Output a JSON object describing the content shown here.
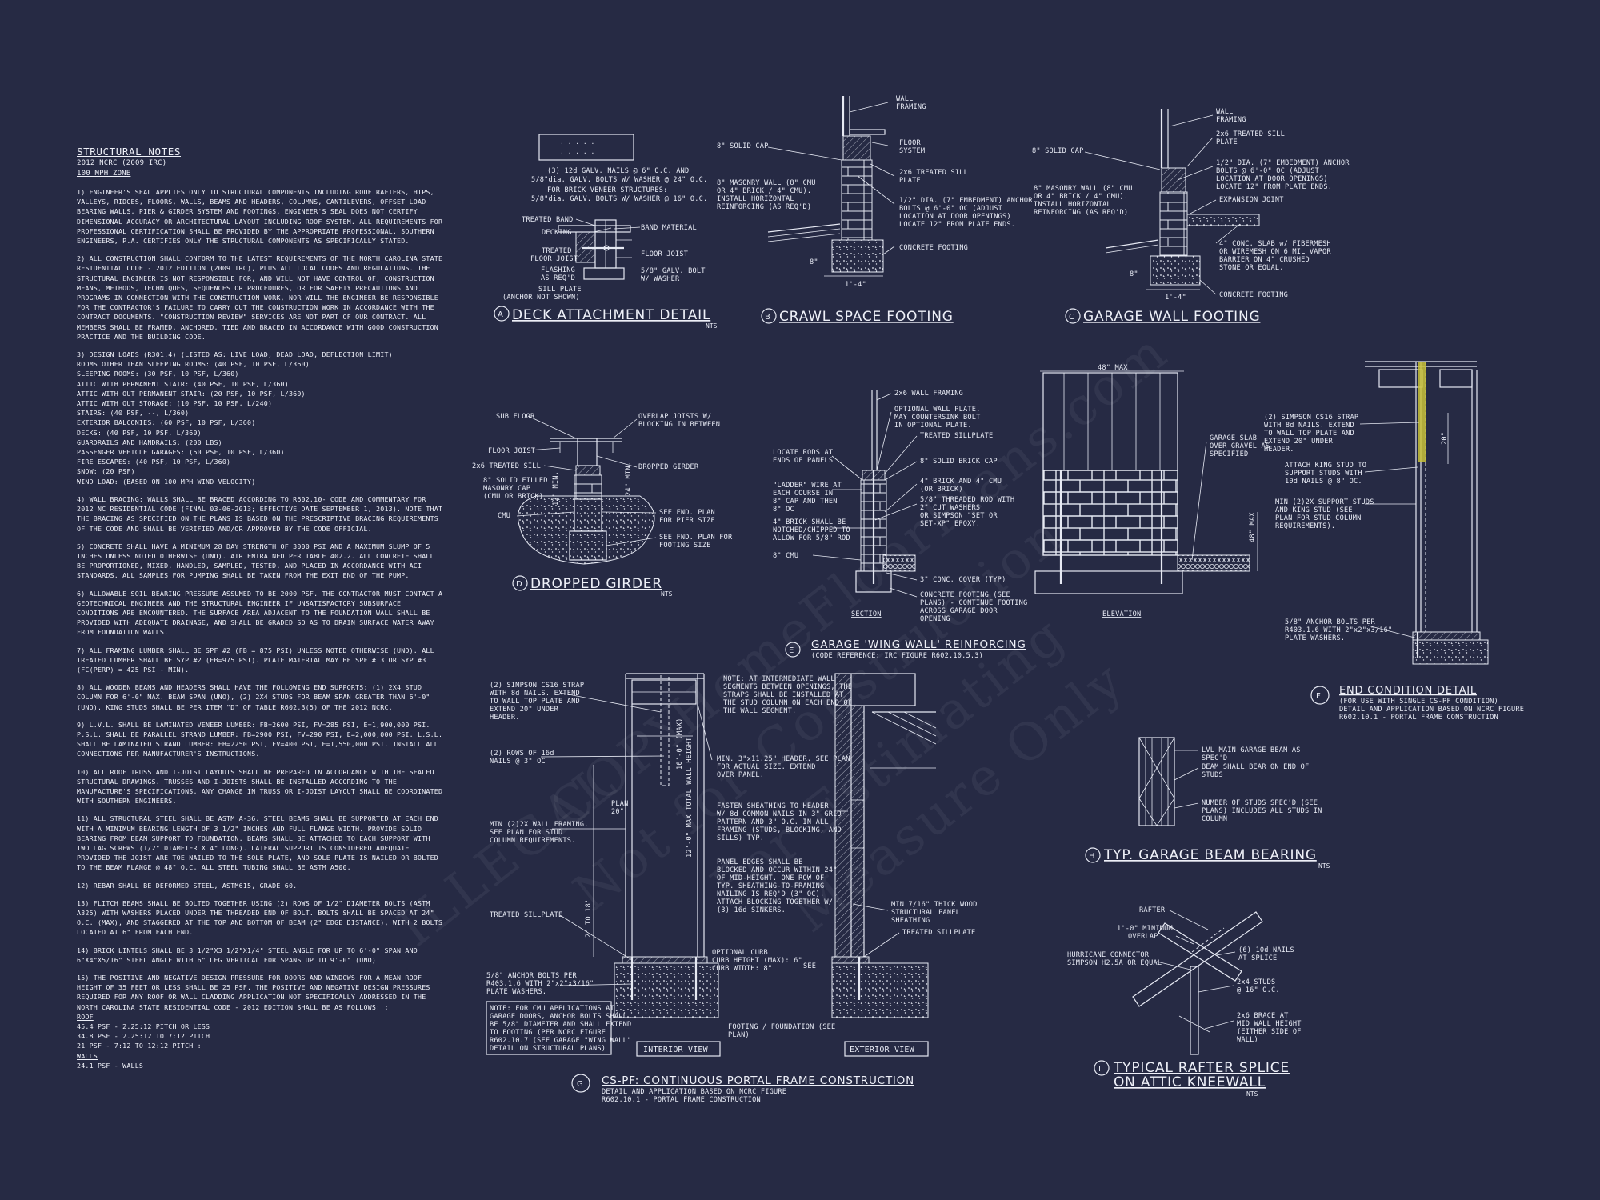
{
  "structural_notes": {
    "title": "STRUCTURAL NOTES",
    "code_line": "2012 NCRC (2009 IRC)",
    "wind_zone": "100 mph ZONE",
    "p1": "1) ENGINEER'S SEAL APPLIES ONLY TO STRUCTURAL COMPONENTS INCLUDING ROOF RAFTERS, HIPS, VALLEYS, RIDGES, FLOORS, WALLS, BEAMS AND HEADERS, COLUMNS, CANTILEVERS, OFFSET LOAD BEARING WALLS, PIER & GIRDER SYSTEM AND FOOTINGS. ENGINEER'S SEAL DOES NOT CERTIFY DIMENSIONAL ACCURACY OR ARCHITECTURAL LAYOUT INCLUDING ROOF SYSTEM. ALL REQUIREMENTS FOR PROFESSIONAL CERTIFICATION SHALL BE PROVIDED BY THE APPROPRIATE PROFESSIONAL. SOUTHERN ENGINEERS, P.A. CERTIFIES ONLY THE STRUCTURAL COMPONENTS AS SPECIFICALLY STATED.",
    "p2": "2) ALL CONSTRUCTION SHALL CONFORM TO THE LATEST REQUIREMENTS OF THE NORTH CAROLINA STATE RESIDENTIAL CODE - 2012 EDITION (2009 IRC), PLUS ALL LOCAL CODES AND REGULATIONS. THE STRUCTURAL ENGINEER IS NOT RESPONSIBLE FOR, AND WILL NOT HAVE CONTROL OF, CONSTRUCTION MEANS, METHODS, TECHNIQUES, SEQUENCES OR PROCEDURES, OR FOR SAFETY PRECAUTIONS AND PROGRAMS IN CONNECTION WITH THE CONSTRUCTION WORK, NOR WILL THE ENGINEER BE RESPONSIBLE FOR THE CONTRACTOR'S FAILURE TO CARRY OUT THE CONSTRUCTION WORK IN ACCORDANCE WITH THE CONTRACT DOCUMENTS. \"CONSTRUCTION REVIEW\" SERVICES ARE NOT PART OF OUR CONTRACT. ALL MEMBERS SHALL BE FRAMED, ANCHORED, TIED AND BRACED IN ACCORDANCE WITH GOOD CONSTRUCTION PRACTICE AND THE BUILDING CODE.",
    "p3_title": "3) DESIGN LOADS (R301.4) (LISTED AS: LIVE LOAD, DEAD LOAD, DEFLECTION LIMIT)",
    "p3_items": [
      "ROOMS OTHER THAN SLEEPING ROOMS: (40 PSF, 10 PSF, L/360)",
      "SLEEPING ROOMS: (30 PSF, 10 PSF, L/360)",
      "ATTIC WITH PERMANENT STAIR: (40 PSF, 10 PSF, L/360)",
      "ATTIC WITH OUT PERMANENT STAIR: (20 PSF, 10 PSF, L/360)",
      "ATTIC WITH OUT STORAGE: (10 PSF, 10 PSF, L/240)",
      "STAIRS: (40 PSF, --, L/360)",
      "EXTERIOR BALCONIES: (60 PSF, 10 PSF, L/360)",
      "DECKS: (40 PSF, 10 PSF, L/360)",
      "GUARDRAILS AND HANDRAILS: (200 LBS)",
      "PASSENGER VEHICLE GARAGES: (50 PSF, 10 PSF, L/360)",
      "FIRE ESCAPES: (40 PSF, 10 PSF, L/360)",
      "SNOW: (20 PSF)",
      "WIND LOAD: (BASED ON 100 MPH WIND VELOCITY)"
    ],
    "p4": "4) WALL BRACING: WALLS SHALL BE BRACED ACCORDING TO R602.10- CODE AND COMMENTARY FOR 2012 NC RESIDENTIAL CODE (FINAL 03-06-2013; EFFECTIVE DATE SEPTEMBER 1, 2013). NOTE THAT THE BRACING AS SPECIFIED ON THE PLANS IS BASED ON THE PRESCRIPTIVE BRACING REQUIREMENTS OF THE CODE AND SHALL BE VERIFIED AND/OR APPROVED BY THE CODE OFFICIAL.",
    "p5": "5) CONCRETE SHALL HAVE A MINIMUM 28 DAY STRENGTH OF 3000 PSI AND A MAXIMUM SLUMP OF 5 INCHES UNLESS NOTED OTHERWISE (UNO). AIR ENTRAINED PER TABLE 402.2. ALL CONCRETE SHALL BE PROPORTIONED, MIXED, HANDLED, SAMPLED, TESTED, AND PLACED IN ACCORDANCE WITH ACI STANDARDS. ALL SAMPLES FOR PUMPING SHALL BE TAKEN FROM THE EXIT END OF THE PUMP.",
    "p6": "6) ALLOWABLE SOIL BEARING PRESSURE ASSUMED TO BE 2000 PSF. THE CONTRACTOR MUST CONTACT A GEOTECHNICAL ENGINEER AND THE STRUCTURAL ENGINEER IF UNSATISFACTORY SUBSURFACE CONDITIONS ARE ENCOUNTERED. THE SURFACE AREA ADJACENT TO THE FOUNDATION WALL SHALL BE PROVIDED WITH ADEQUATE DRAINAGE, AND SHALL BE GRADED SO AS TO DRAIN SURFACE WATER AWAY FROM FOUNDATION WALLS.",
    "p7": "7) ALL FRAMING LUMBER SHALL BE SPF #2 (Fb = 875 PSI) UNLESS NOTED OTHERWISE (UNO). ALL TREATED LUMBER SHALL BE SYP #2 (Fb=975 PSI). PLATE MATERIAL MAY BE SPF # 3 OR SYP #3 (Fc(perp) = 425 PSI - MIN).",
    "p8": "8) ALL WOODEN BEAMS AND HEADERS SHALL HAVE THE FOLLOWING END SUPPORTS: (1) 2x4 STUD COLUMN FOR 6'-0\" MAX. BEAM SPAN (UNO), (2) 2x4 STUDS FOR BEAM SPAN GREATER THAN 6'-0\" (UNO). KING STUDS SHALL BE PER ITEM \"d\" OF TABLE R602.3(5) OF THE 2012 NCRC.",
    "p9": "9) L.V.L. SHALL BE LAMINATED VENEER LUMBER: Fb=2600 PSI, Fv=285 PSI, E=1,900,000 PSI. P.S.L. SHALL BE PARALLEL STRAND LUMBER: Fb=2900 PSI, Fv=290 PSI, E=2,000,000 PSI. L.S.L. SHALL BE LAMINATED STRAND LUMBER: Fb=2250 PSI, Fv=400 PSI, E=1,550,000 PSI. INSTALL ALL CONNECTIONS PER MANUFACTURER'S INSTRUCTIONS.",
    "p10": "10) ALL ROOF TRUSS AND I-JOIST LAYOUTS SHALL BE PREPARED IN ACCORDANCE WITH THE SEALED STRUCTURAL DRAWINGS. TRUSSES AND I-JOISTS SHALL BE INSTALLED ACCORDING TO THE MANUFACTURE'S SPECIFICATIONS. ANY CHANGE IN TRUSS OR I-JOIST LAYOUT SHALL BE COORDINATED WITH SOUTHERN ENGINEERS.",
    "p11": "11) ALL STRUCTURAL STEEL SHALL BE ASTM A-36. STEEL BEAMS SHALL BE SUPPORTED AT EACH END WITH A MINIMUM BEARING LENGTH OF 3 1/2\" INCHES AND FULL FLANGE WIDTH. PROVIDE SOLID BEARING FROM BEAM SUPPORT TO FOUNDATION. BEAMS SHALL BE ATTACHED TO EACH SUPPORT WITH TWO LAG SCREWS (1/2\" DIAMETER x 4\" LONG). LATERAL SUPPORT IS CONSIDERED ADEQUATE PROVIDED THE JOIST ARE TOE NAILED TO THE SOLE PLATE, AND SOLE PLATE IS NAILED OR BOLTED TO THE BEAM FLANGE @ 48\" O.C. ALL STEEL TUBING SHALL BE ASTM A500.",
    "p12": "12) REBAR SHALL BE DEFORMED STEEL, ASTM615, GRADE 60.",
    "p13": "13) FLITCH BEAMS SHALL BE BOLTED TOGETHER USING (2) ROWS OF 1/2\" DIAMETER BOLTS (ASTM A325) WITH WASHERS PLACED UNDER THE THREADED END OF BOLT. BOLTS SHALL BE SPACED AT 24\" O.C. (MAX), AND STAGGERED AT THE TOP AND BOTTOM OF BEAM (2\" EDGE DISTANCE), WITH 2 BOLTS LOCATED AT 6\" FROM EACH END.",
    "p14": "14) BRICK LINTELS SHALL BE 3 1/2\"x3 1/2\"x1/4\" STEEL ANGLE FOR UP TO 6'-0\" SPAN AND 6\"x4\"x5/16\" STEEL ANGLE WITH 6\" LEG VERTICAL FOR SPANS UP TO 9'-0\" (UNO).",
    "p15": "15) THE POSITIVE AND NEGATIVE DESIGN PRESSURE FOR DOORS AND WINDOWS FOR A MEAN ROOF HEIGHT OF 35 FEET OR LESS SHALL BE 25 PSF. THE POSITIVE AND NEGATIVE DESIGN PRESSURES REQUIRED FOR ANY ROOF OR WALL CLADDING APPLICATION NOT SPECIFICALLY ADDRESSED IN THE NORTH CAROLINA STATE RESIDENTIAL CODE - 2012 EDITION SHALL BE AS FOLLOWS: :",
    "roof_label": "ROOF",
    "roof_items": [
      "45.4 PSF - 2.25:12 PITCH OR LESS",
      "34.8 PSF - 2.25:12 TO 7:12 PITCH",
      "21 PSF - 7:12 TO 12:12 PITCH :"
    ],
    "walls_label": "WALLS",
    "walls_items": [
      "24.1 PSF - WALLS"
    ]
  },
  "details": {
    "A": {
      "letter": "A",
      "title": "DECK ATTACHMENT DETAIL",
      "scale": "NTS",
      "notes": [
        "(3) 12d GALV. NAILS @ 6\" O.C. AND",
        "5/8\"dia. GALV. BOLTS W/ WASHER @ 24\" O.C.",
        "FOR BRICK VENEER STRUCTURES:",
        "5/8\"dia. GALV. BOLTS W/ WASHER @ 16\" O.C."
      ],
      "labels": [
        "TREATED BAND",
        "DECKING",
        "BAND MATERIAL",
        "TREATED",
        "FLOOR JOIST",
        "FLOOR JOIST",
        "FLASHING",
        "AS REQ'D",
        "5/8\" GALV. BOLT",
        "W/ WASHER",
        "SILL PLATE",
        "(ANCHOR NOT SHOWN)"
      ]
    },
    "B": {
      "letter": "B",
      "title": "CRAWL SPACE FOOTING",
      "labels": [
        "WALL",
        "FRAMING",
        "FLOOR",
        "SYSTEM",
        "8\" SOLID CAP",
        "2x6 TREATED SILL",
        "PLATE",
        "8\" MASONRY WALL (8\" CMU",
        "OR 4\" BRICK / 4\" CMU).",
        "INSTALL HORIZONTAL",
        "REINFORCING (AS REQ'D)",
        "1/2\" DIA. (7\" EMBEDMENT) ANCHOR",
        "BOLTS @ 6'-0\" OC (ADJUST",
        "LOCATION AT DOOR OPENINGS)",
        "LOCATE 12\" FROM PLATE ENDS.",
        "CONCRETE FOOTING",
        "8\"",
        "1'-4\""
      ]
    },
    "C": {
      "letter": "C",
      "title": "GARAGE WALL FOOTING",
      "labels": [
        "WALL",
        "FRAMING",
        "2x6 TREATED SILL",
        "PLATE",
        "8\" SOLID CAP",
        "1/2\" DIA. (7\" EMBEDMENT) ANCHOR",
        "BOLTS @ 6'-0\" OC (ADJUST",
        "LOCATION AT DOOR OPENINGS)",
        "LOCATE 12\" FROM PLATE ENDS.",
        "8\" MASONRY WALL (8\" CMU",
        "OR 4\" BRICK / 4\" CMU).",
        "INSTALL HORIZONTAL",
        "REINFORCING (AS REQ'D)",
        "EXPANSION JOINT",
        "4\" CONC. SLAB w/ FIBERMESH",
        "OR WIREMESH ON 6 MIL VAPOR",
        "BARRIER ON 4\" CRUSHED",
        "STONE OR EQUAL.",
        "CONCRETE FOOTING",
        "8\"",
        "1'-4\""
      ]
    },
    "D": {
      "letter": "D",
      "title": "DROPPED GIRDER",
      "scale": "NTS",
      "labels": [
        "SUB FLOOR",
        "OVERLAP JOISTS W/",
        "BLOCKING IN BETWEEN",
        "FLOOR JOIST",
        "2x6 TREATED SILL",
        "DROPPED GIRDER",
        "8\" SOLID FILLED",
        "MASONRY CAP",
        "(CMU OR BRICK)",
        "CMU",
        "SEE FND. PLAN",
        "FOR PIER SIZE",
        "SEE FND. PLAN FOR",
        "FOOTING SIZE",
        "12\" MIN.",
        "24\" MIN."
      ]
    },
    "E": {
      "letter": "E",
      "title": "GARAGE 'WING WALL' REINFORCING",
      "subtitle": "(CODE REFERENCE: IRC FIGURE R602.10.5.3)",
      "section_label": "SECTION",
      "elevation_label": "ELEVATION",
      "labels": [
        "2x6 WALL FRAMING",
        "OPTIONAL WALL PLATE.",
        "MAY COUNTERSINK BOLT",
        "IN OPTIONAL PLATE.",
        "TREATED SILLPLATE",
        "LOCATE RODS AT",
        "ENDS OF PANELS",
        "8\" SOLID BRICK CAP",
        "\"LADDER\" WIRE AT",
        "EACH COURSE IN",
        "8\" CAP AND THEN",
        "8\" OC",
        "4\" BRICK AND 4\" CMU",
        "(OR BRICK)",
        "4\" BRICK SHALL BE",
        "NOTCHED/CHIPPED TO",
        "ALLOW FOR 5/8\" ROD",
        "5/8\" THREADED ROD WITH",
        "2\" CUT WASHERS",
        "OR SIMPSON \"SET OR",
        "SET-XP\" EPOXY.",
        "8\" CMU",
        "3\" CONC. COVER (TYP)",
        "CONCRETE FOOTING (SEE",
        "PLANS) - CONTINUE FOOTING",
        "ACROSS GARAGE DOOR",
        "OPENING",
        "48\" MAX",
        "GARAGE SLAB",
        "OVER GRAVEL AS",
        "SPECIFIED",
        "48\" MAX"
      ]
    },
    "F": {
      "letter": "F",
      "title": "END CONDITION DETAIL",
      "notes": [
        "(FOR USE WITH SINGLE CS-PF CONDITION)",
        "DETAIL AND APPLICATION BASED ON NCRC FIGURE",
        "R602.10.1 - PORTAL FRAME CONSTRUCTION"
      ],
      "labels": [
        "(2) SIMPSON CS16 STRAP",
        "WITH 8d NAILS. EXTEND",
        "TO WALL TOP PLATE AND",
        "EXTEND 20\" UNDER",
        "HEADER.",
        "ATTACH KING STUD TO",
        "SUPPORT STUDS WITH",
        "10d NAILS @ 8\" OC.",
        "MIN (2)2X SUPPORT STUDS",
        "AND KING STUD (SEE",
        "PLAN FOR STUD COLUMN",
        "REQUIREMENTS).",
        "5/8\" ANCHOR BOLTS PER",
        "R403.1.6 WITH 2\"x2\"x3/16\"",
        "PLATE WASHERS.",
        "20\""
      ]
    },
    "G": {
      "letter": "G",
      "title": "CS-PF: CONTINUOUS PORTAL FRAME CONSTRUCTION",
      "notes": [
        "DETAIL AND APPLICATION BASED ON NCRC FIGURE",
        "R602.10.1 - PORTAL FRAME CONSTRUCTION"
      ],
      "interior_view": "INTERIOR VIEW",
      "exterior_view": "EXTERIOR VIEW",
      "cmu_note": [
        "NOTE: FOR CMU APPLICATIONS AT",
        "GARAGE DOORS, ANCHOR BOLTS SHALL",
        "BE 5/8\" DIAMETER AND SHALL EXTEND",
        "TO FOOTING (PER NCRC FIGURE",
        "R602.10.7 (SEE GARAGE \"WING WALL\"",
        "DETAIL ON STRUCTURAL PLANS)"
      ],
      "labels": [
        "(2) SIMPSON CS16 STRAP",
        "WITH 8d NAILS. EXTEND",
        "TO WALL TOP PLATE AND",
        "EXTEND 20\" UNDER",
        "HEADER.",
        "(2) ROWS OF 16d",
        "NAILS @ 3\" OC",
        "MIN (2)2X WALL FRAMING.",
        "SEE PLAN FOR STUD",
        "COLUMN REQUIREMENTS.",
        "TREATED SILLPLATE",
        "5/8\" ANCHOR BOLTS PER",
        "R403.1.6 WITH 2\"x2\"x3/16\"",
        "PLATE WASHERS.",
        "NOTE: AT INTERMEDIATE WALL",
        "SEGMENTS BETWEEN OPENINGS, THE",
        "STRAPS SHALL BE INSTALLED AT",
        "THE STUD COLUMN ON EACH END OF",
        "THE WALL SEGMENT.",
        "MIN. 3\"x11.25\" HEADER. SEE PLAN",
        "FOR ACTUAL SIZE. EXTEND",
        "OVER PANEL.",
        "FASTEN SHEATHING TO HEADER",
        "W/ 8d COMMON NAILS IN 3\" GRID",
        "PATTERN AND 3\" O.C. IN ALL",
        "FRAMING (STUDS, BLOCKING, AND",
        "SILLS) TYP.",
        "PANEL EDGES SHALL BE",
        "BLOCKED AND OCCUR WITHIN 24\"",
        "OF MID-HEIGHT. ONE ROW OF",
        "TYP. SHEATHING-TO-FRAMING",
        "NAILING IS REQ'D (3\" OC).",
        "ATTACH BLOCKING TOGETHER W/",
        "(3) 16d SINKERS.",
        "OPTIONAL CURB.",
        "CURB HEIGHT (MAX): 6\"",
        "CURB WIDTH: 8\"",
        "FOOTING / FOUNDATION (SEE",
        "PLAN)",
        "MIN 7/16\" THICK WOOD",
        "STRUCTURAL PANEL",
        "SHEATHING",
        "TREATED SILLPLATE",
        "SEE",
        "PLAN",
        "20\"",
        "10'-0\" (MAX)",
        "12'-0\" MAX TOTAL WALL HEIGHT",
        "2' TO 18'"
      ]
    },
    "H": {
      "letter": "H",
      "title": "TYP. GARAGE BEAM BEARING",
      "scale": "NTS",
      "labels": [
        "LVL MAIN GARAGE BEAM AS",
        "SPEC'D",
        "BEAM SHALL BEAR ON END OF",
        "STUDS",
        "NUMBER OF STUDS SPEC'D (SEE",
        "PLANS) INCLUDES ALL STUDS IN",
        "COLUMN"
      ]
    },
    "I": {
      "letter": "I",
      "title_line1": "TYPICAL RAFTER SPLICE",
      "title_line2": "ON ATTIC KNEEWALL",
      "scale": "NTS",
      "labels": [
        "RAFTER",
        "1'-0\" MINIMUM",
        "OVERLAP",
        "HURRICANE CONNECTOR",
        "SIMPSON H2.5A OR EQUAL",
        "(6) 10d NAILS",
        "AT SPLICE",
        "2x4 STUDS",
        "@ 16\" O.C.",
        "2x6 BRACE AT",
        "MID WALL HEIGHT",
        "(EITHER SIDE OF",
        "WALL)"
      ]
    }
  },
  "watermark": [
    "ILLEGAL",
    "COPY",
    "HomeFloorPlans.com",
    "Not for Construction",
    "For Estimating",
    "Measure Only"
  ]
}
